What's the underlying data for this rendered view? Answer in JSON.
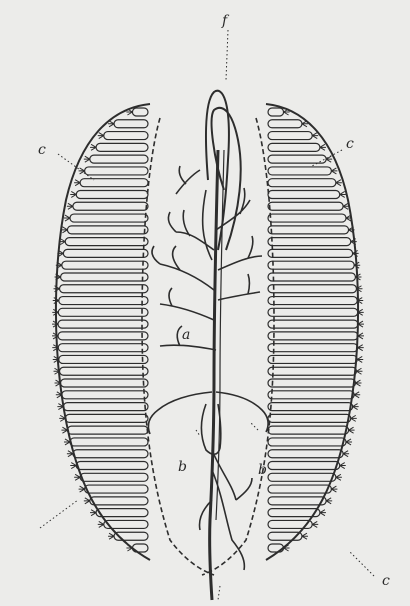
{
  "figure": {
    "labels": {
      "f": "f",
      "c_left": "c",
      "c_right_top": "c",
      "c_right_bottom": "c",
      "a": "a",
      "b_left": "b",
      "b_right": "b"
    },
    "colors": {
      "background": "#ececea",
      "ink": "#2d2d2d",
      "shade": "#9a9a96"
    }
  }
}
